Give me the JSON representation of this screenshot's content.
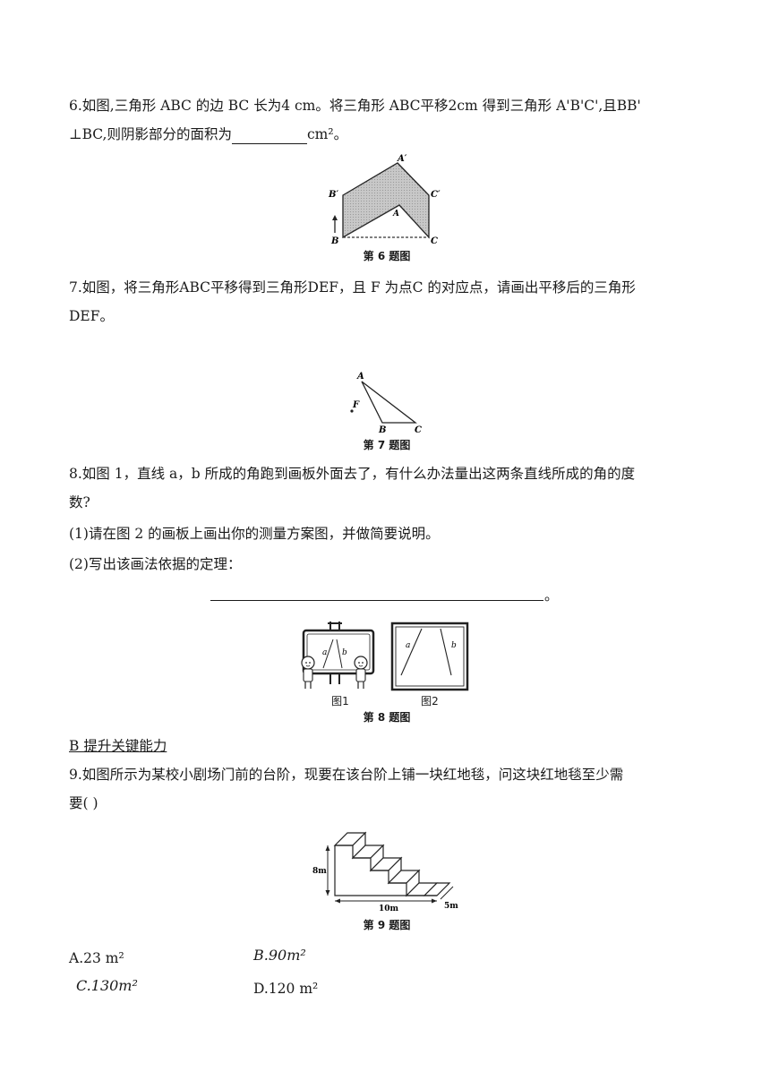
{
  "q6": {
    "line1": "6.如图,三角形 ABC 的边 BC 长为4 cm。将三角形 ABC平移2cm 得到三角形 A'B'C',且BB'",
    "line2_prefix": "⊥BC,则阴影部分的面积为",
    "line2_suffix": "cm²。",
    "caption": "第 6 题图",
    "labels": {
      "A_prime": "A′",
      "B_prime": "B′",
      "C_prime": "C′",
      "A": "A",
      "B": "B",
      "C": "C"
    }
  },
  "q7": {
    "line1": "7.如图，将三角形ABC平移得到三角形DEF，且 F 为点C 的对应点，请画出平移后的三角形",
    "line2": "DEF。",
    "caption": "第 7 题图",
    "labels": {
      "A": "A",
      "B": "B",
      "C": "C",
      "F": "F"
    }
  },
  "q8": {
    "line1": "8.如图 1，直线 a，b 所成的角跑到画板外面去了，有什么办法量出这两条直线所成的角的度",
    "line2": "数?",
    "sub1": "(1)请在图 2 的画板上画出你的测量方案图，并做简要说明。",
    "sub2": "(2)写出该画法依据的定理：",
    "end_mark": "。",
    "fig1_label": "图1",
    "fig2_label": "图2",
    "caption": "第 8 题图",
    "labels": {
      "a": "a",
      "b": "b"
    }
  },
  "section": {
    "title": "B 提升关键能力"
  },
  "q9": {
    "line1": "9.如图所示为某校小剧场门前的台阶，现要在该台阶上铺一块红地毯，问这块红地毯至少需",
    "line2": "要(      )",
    "caption": "第 9 题图",
    "dims": {
      "height": "8m",
      "length": "10m",
      "width": "5m"
    },
    "options": {
      "A": "A.23  m²",
      "B": "B.90m²",
      "C": "C.130m²",
      "D": "D.120  m²"
    }
  }
}
